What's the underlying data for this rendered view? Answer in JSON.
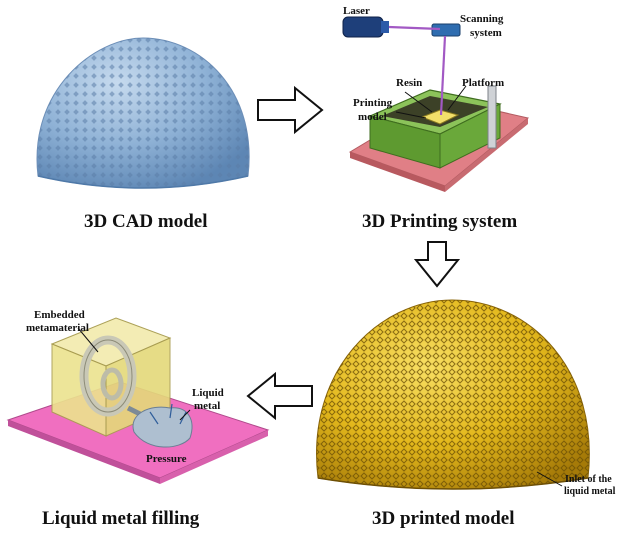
{
  "captions": {
    "cad": "3D CAD model",
    "printing_system": "3D Printing system",
    "printed": "3D printed model",
    "filling": "Liquid metal filling"
  },
  "labels": {
    "laser": "Laser",
    "scanning_line1": "Scanning",
    "scanning_line2": "system",
    "resin": "Resin",
    "platform": "Platform",
    "printing_model_line1": "Printing",
    "printing_model_line2": "model",
    "embedded_line1": "Embedded",
    "embedded_line2": "metamaterial",
    "liquid_line1": "Liquid",
    "liquid_line2": "metal",
    "pressure": "Pressure",
    "inlet_line1": "Inlet of the",
    "inlet_line2": "liquid metal"
  },
  "colors": {
    "cad_dome": "#8fb2d6",
    "printed_dome": "#e3b81c",
    "tank_green": "#6aa83a",
    "base_pink": "#e07f86",
    "laser_beam": "#a259c4",
    "magenta_base": "#f06fc0",
    "yellow_box": "#efe79a"
  }
}
